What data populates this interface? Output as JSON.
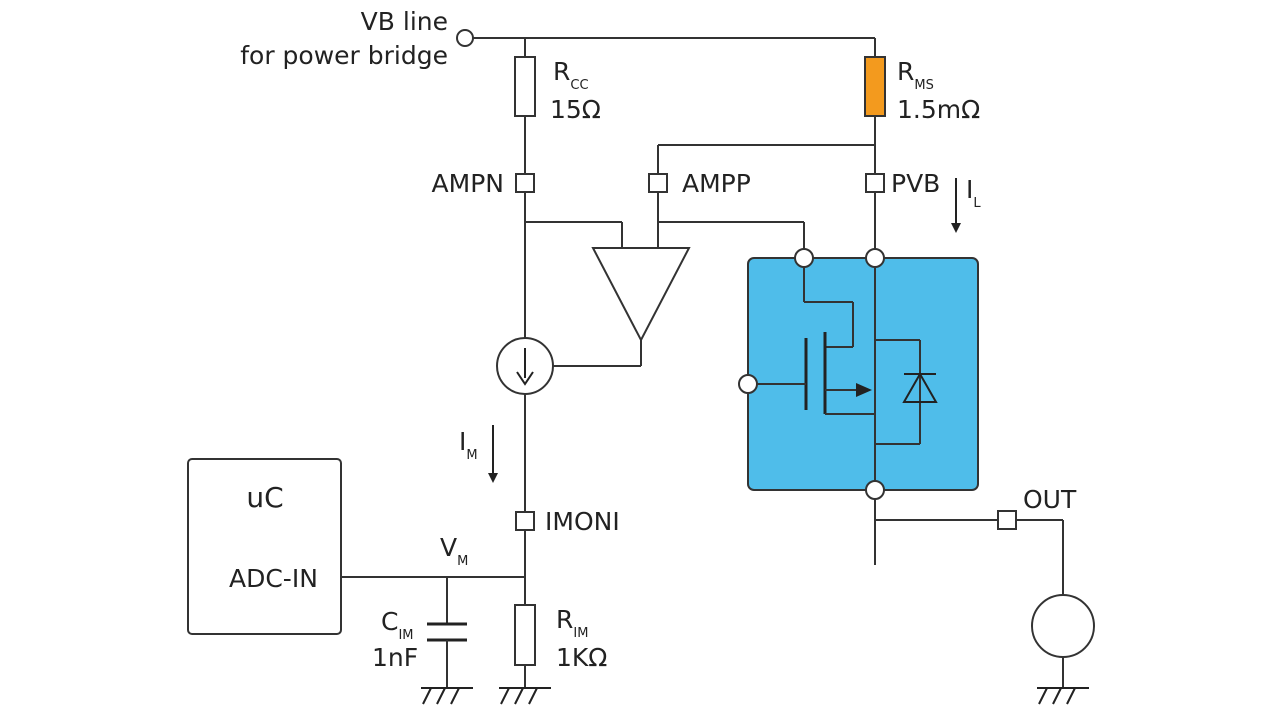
{
  "vb_line": {
    "line1": "VB line",
    "line2": "for power bridge"
  },
  "r_cc": {
    "base": "R",
    "sub": "CC",
    "value": "15Ω"
  },
  "r_ms": {
    "base": "R",
    "sub": "MS",
    "value": "1.5mΩ"
  },
  "pins": {
    "ampn": "AMPN",
    "ampp": "AMPP",
    "pvb": "PVB",
    "imoni": "IMONI",
    "out": "OUT"
  },
  "i_l": {
    "base": "I",
    "sub": "L"
  },
  "i_m": {
    "base": "I",
    "sub": "M"
  },
  "v_m": {
    "base": "V",
    "sub": "M"
  },
  "uc": {
    "title": "uC",
    "adc": "ADC-IN"
  },
  "c_im": {
    "base": "C",
    "sub": "IM",
    "value": "1nF"
  },
  "r_im": {
    "base": "R",
    "sub": "IM",
    "value": "1KΩ"
  },
  "colors": {
    "mosfet_block": "#4fbdea",
    "shunt_resistor": "#f39a1e",
    "wire": "#333333"
  }
}
